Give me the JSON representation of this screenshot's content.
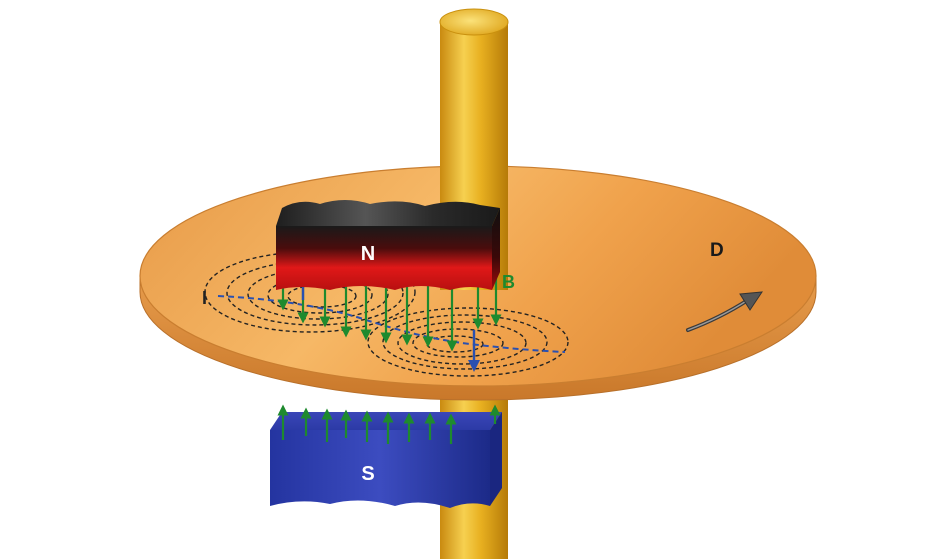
{
  "labels": {
    "north_pole": "N",
    "south_pole": "S",
    "disk": "D",
    "field": "B",
    "current": "I"
  },
  "colors": {
    "disk": "#f0a04a",
    "disk_edge": "#d98a34",
    "shaft": "#e8b020",
    "north_magnet": "#2a2a2a",
    "north_face": "#e01818",
    "south_magnet": "#2838a8",
    "field_arrow": "#1e8a2e",
    "eddy_arrow": "#2a50b0",
    "eddy_line": "#222222"
  },
  "icons": {
    "rotation": "curved-arrow-icon"
  }
}
